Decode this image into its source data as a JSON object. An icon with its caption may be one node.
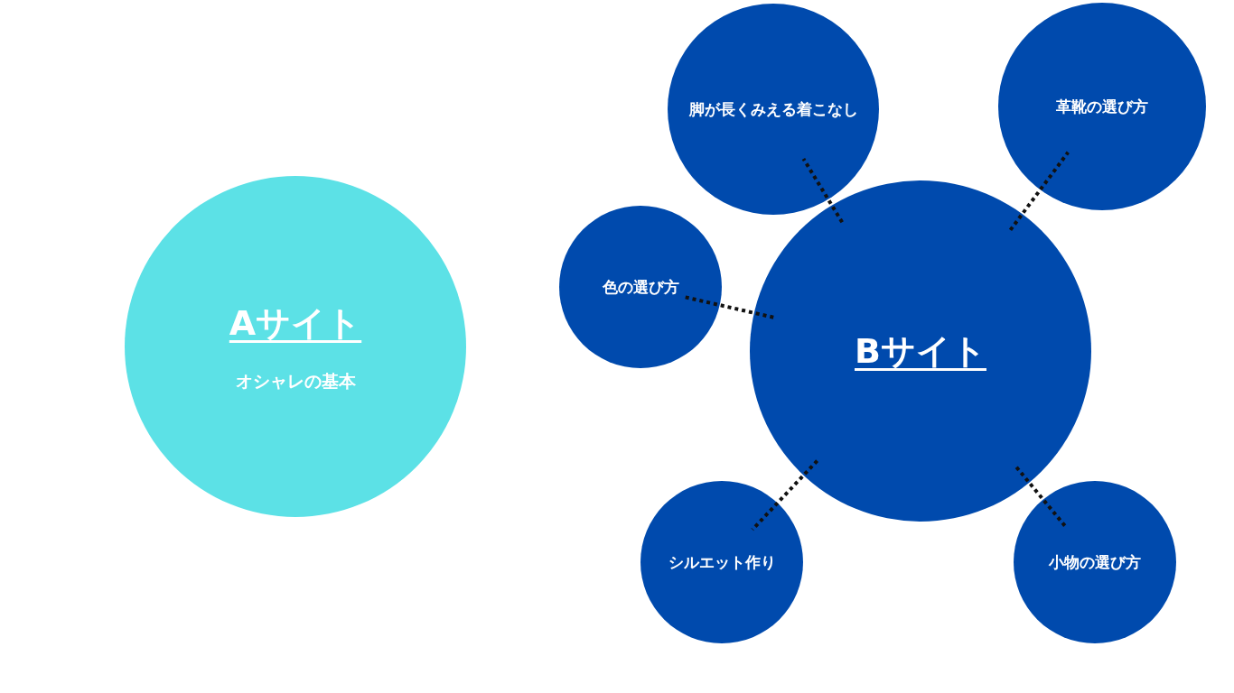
{
  "diagram": {
    "nodes": [
      {
        "text": [
          "Aサイト",
          "オシャレの基本"
        ]
      },
      {
        "text": [
          "Bサイト"
        ]
      },
      {
        "text": [
          "脚が長くみえる着こなし"
        ]
      },
      {
        "text": [
          "革靴の選び方"
        ]
      },
      {
        "text": [
          "色の選び方"
        ]
      },
      {
        "text": [
          "シルエット作り"
        ]
      },
      {
        "text": [
          "小物の選び方"
        ]
      }
    ],
    "edges": [
      {
        "from": 1,
        "to": 2,
        "arrow": "none",
        "style": "dashed"
      },
      {
        "from": 1,
        "to": 3,
        "arrow": "none",
        "style": "dashed"
      },
      {
        "from": 1,
        "to": 4,
        "arrow": "none",
        "style": "dashed"
      },
      {
        "from": 1,
        "to": 5,
        "arrow": "none",
        "style": "dashed"
      },
      {
        "from": 1,
        "to": 6,
        "arrow": "none",
        "style": "dashed"
      }
    ]
  }
}
